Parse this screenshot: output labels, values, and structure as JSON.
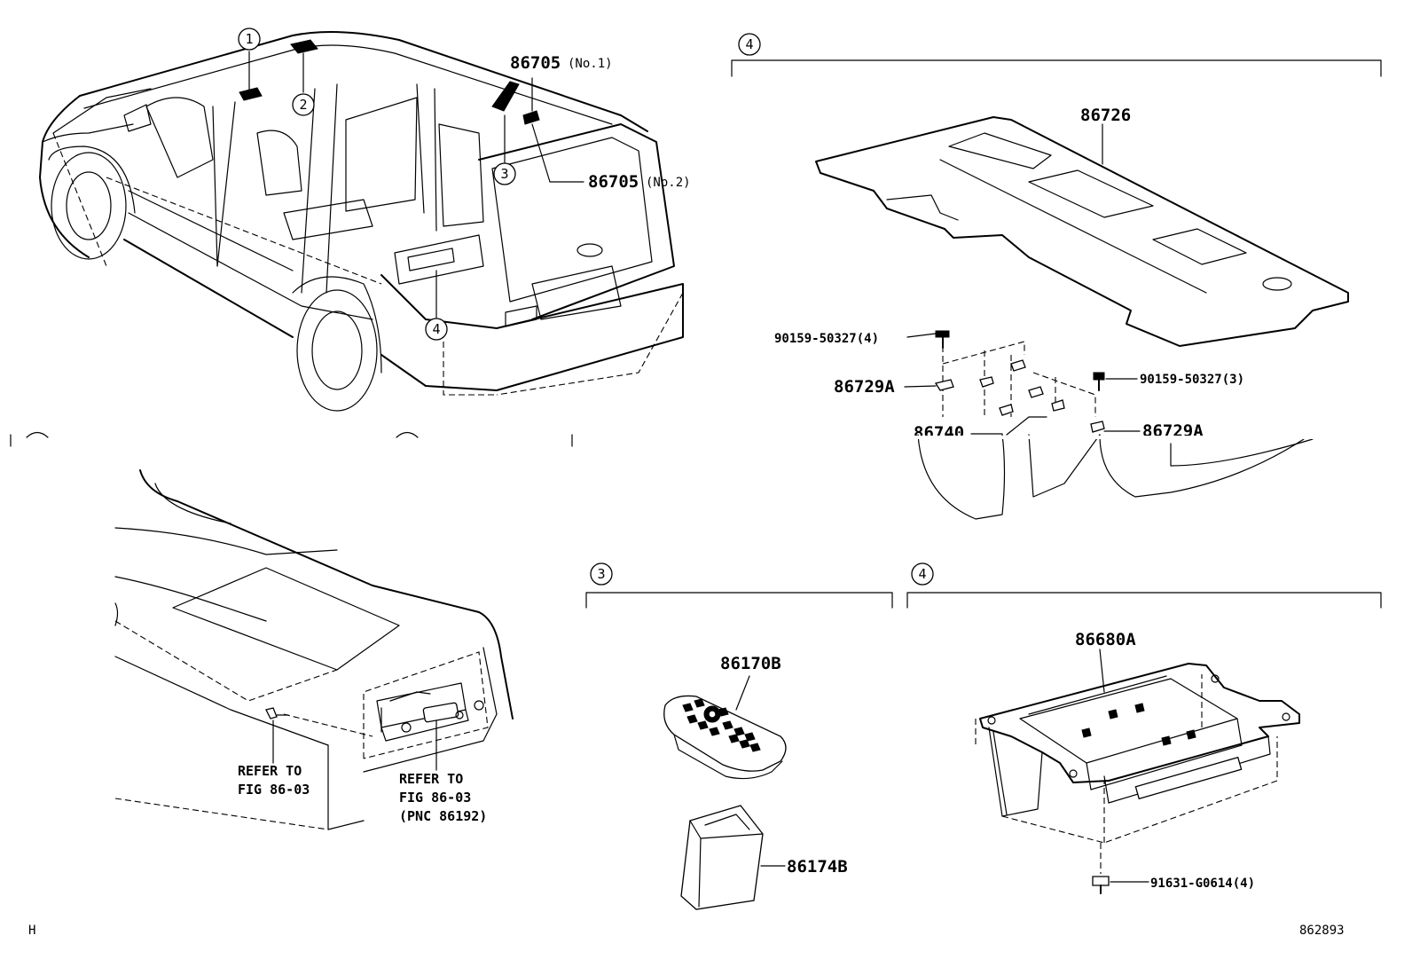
{
  "callouts": {
    "c1": "1",
    "c2": "2",
    "c3": "3",
    "c4": "4",
    "section_top_right": "4",
    "section_mid": "3",
    "section_right": "4"
  },
  "parts": {
    "p86705_1": "86705",
    "p86705_1_note": "(No.1)",
    "p86705_2": "86705",
    "p86705_2_note": "(No.2)",
    "p86726": "86726",
    "p90159_4": "90159-50327(4)",
    "p86729a_left": "86729A",
    "p90159_3": "90159-50327(3)",
    "p86740": "86740",
    "p86729a_right": "86729A",
    "p86170b": "86170B",
    "p86174b": "86174B",
    "p86680a": "86680A",
    "p91631": "91631-G0614(4)"
  },
  "references": {
    "refer_left_1": "REFER TO",
    "refer_left_2": "FIG 86-03",
    "refer_right_1": "REFER TO",
    "refer_right_2": "FIG 86-03",
    "refer_right_3": "(PNC 86192)"
  },
  "footer": {
    "left_code": "H",
    "drawing_no": "862893"
  }
}
